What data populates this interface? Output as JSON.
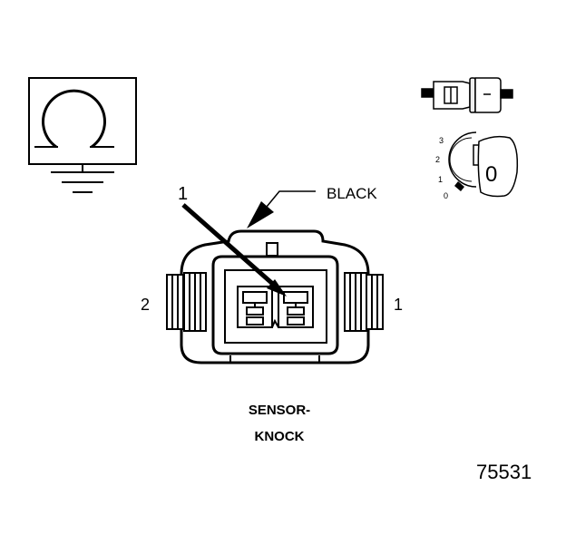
{
  "callout": {
    "number": "1",
    "color_label": "BLACK"
  },
  "pins": {
    "left": "2",
    "right": "1"
  },
  "caption": {
    "line1": "SENSOR-",
    "line2": "KNOCK"
  },
  "figure_number": "75531",
  "inset": {
    "scale_3": "3",
    "scale_2": "2",
    "scale_1": "1",
    "scale_0": "0",
    "key_mark": "0"
  },
  "icons": [
    "ohm-symbol-icon",
    "ground-symbol-icon",
    "connector-side-icon",
    "lock-key-icon"
  ],
  "colors": {
    "ink": "#000000",
    "paper": "#ffffff"
  }
}
